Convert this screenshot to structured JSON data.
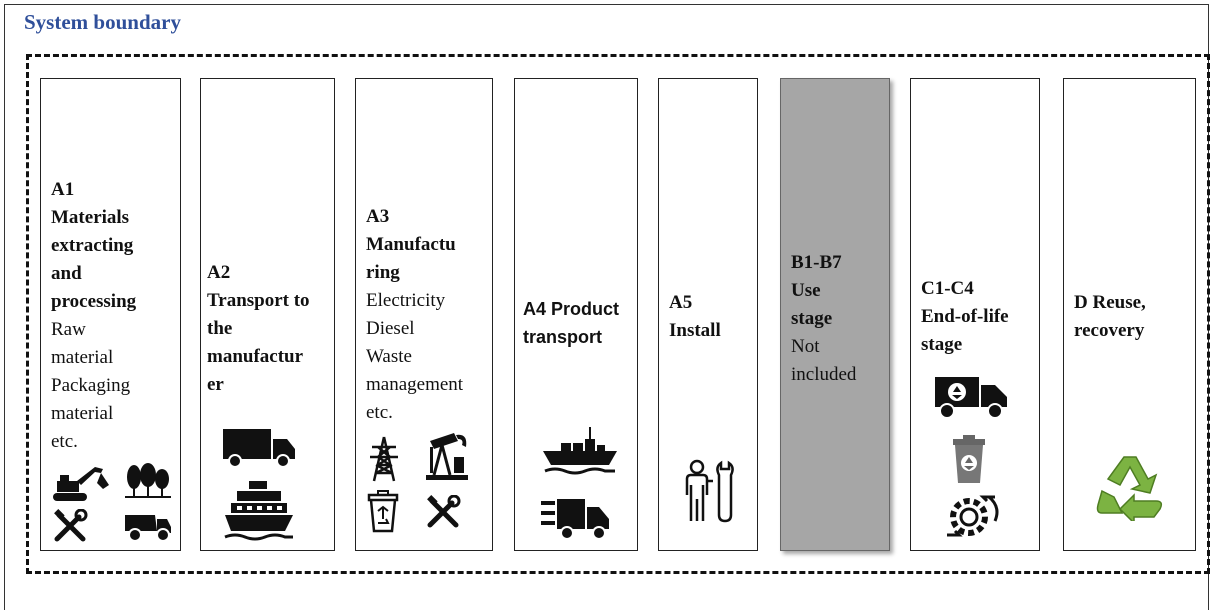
{
  "title": "System boundary",
  "stages": [
    {
      "code": "A1",
      "lines": [
        "Materials",
        "extracting",
        "and",
        "processing"
      ],
      "details": [
        "Raw",
        "material",
        "Packaging",
        "material",
        "etc."
      ],
      "icons": [
        "excavator-icon",
        "trees-icon",
        "tools-icon",
        "dump-truck-icon"
      ]
    },
    {
      "code": "A2",
      "lines": [
        "Transport to",
        "the",
        "manufactur",
        "er"
      ],
      "icons": [
        "truck-icon",
        "cruise-ship-icon"
      ]
    },
    {
      "code": "A3",
      "lines": [
        "Manufactu",
        "ring"
      ],
      "details": [
        "Electricity",
        "Diesel",
        "Waste",
        "management",
        "etc."
      ],
      "icons": [
        "power-tower-icon",
        "oil-pump-icon",
        "recycle-bin-icon",
        "tools-icon"
      ]
    },
    {
      "code": "A4 Product",
      "lines": [
        "transport"
      ],
      "icons": [
        "cargo-ship-icon",
        "delivery-truck-icon"
      ]
    },
    {
      "code": "A5",
      "lines": [
        "Install"
      ],
      "icons": [
        "installer-wrench-icon"
      ]
    },
    {
      "code": "B1-B7",
      "lines": [
        "Use",
        "stage"
      ],
      "details": [
        "Not",
        "included"
      ],
      "icons": []
    },
    {
      "code": "C1-C4",
      "lines": [
        "End-of-life",
        "stage"
      ],
      "icons": [
        "recycling-truck-icon",
        "recycling-bin-icon",
        "gear-cycle-icon"
      ]
    },
    {
      "code": "D Reuse,",
      "lines": [
        "recovery"
      ],
      "icons": [
        "recycle-arrows-icon"
      ]
    }
  ],
  "colors": {
    "title": "#2f4f9a",
    "use_stage_fill": "#a6a6a6",
    "recycle_green": "#7cb342"
  }
}
